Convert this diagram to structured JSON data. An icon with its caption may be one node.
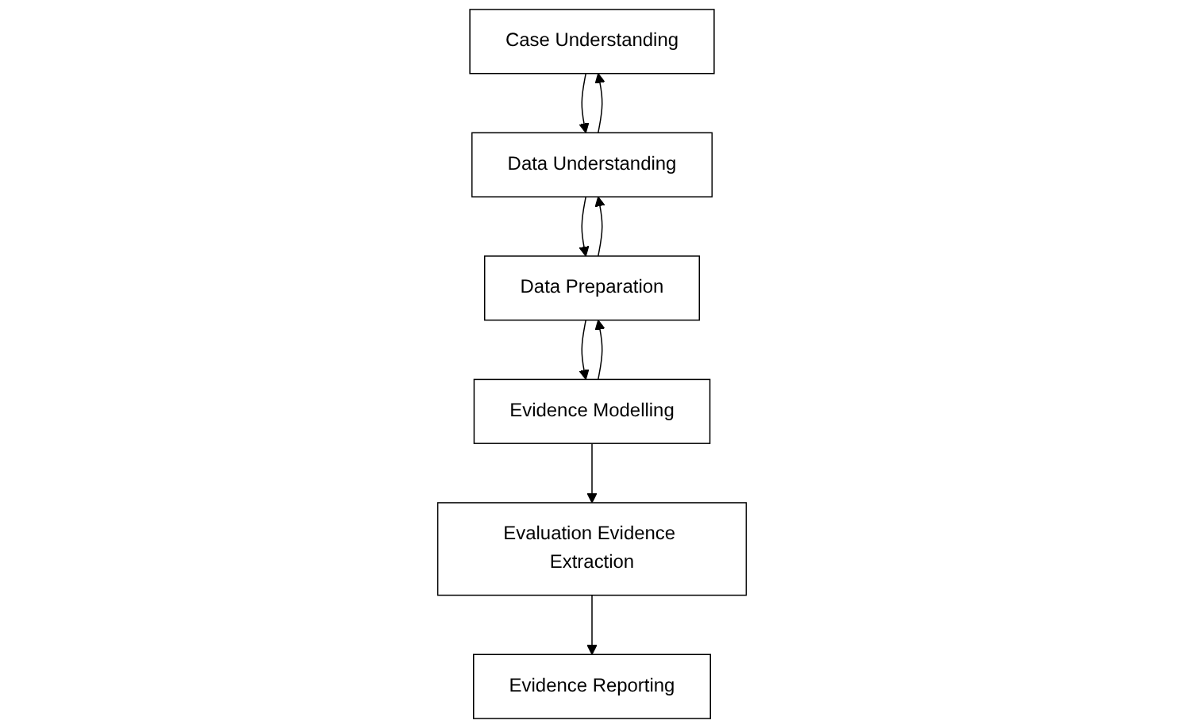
{
  "diagram": {
    "nodes": [
      {
        "text": [
          "Case Understanding"
        ]
      },
      {
        "text": [
          "Data Understanding"
        ]
      },
      {
        "text": [
          "Data Preparation"
        ]
      },
      {
        "text": [
          "Evidence Reporting"
        ]
      },
      {
        "text": [
          "Evidence Modelling"
        ]
      },
      {
        "text": [
          "Evaluation Evidence Extraction"
        ]
      }
    ],
    "edges": [
      {
        "from": 0,
        "to": 1,
        "arrow": "to"
      },
      {
        "from": 1,
        "to": 0,
        "arrow": "to"
      },
      {
        "from": 2,
        "to": 1,
        "arrow": "to"
      },
      {
        "from": 1,
        "to": 2,
        "arrow": "to"
      },
      {
        "from": 4,
        "to": 2,
        "arrow": "to"
      },
      {
        "from": 2,
        "to": 4,
        "arrow": "to"
      },
      {
        "from": 4,
        "to": 5,
        "arrow": "to"
      },
      {
        "from": 5,
        "to": 3,
        "arrow": "to"
      }
    ]
  }
}
